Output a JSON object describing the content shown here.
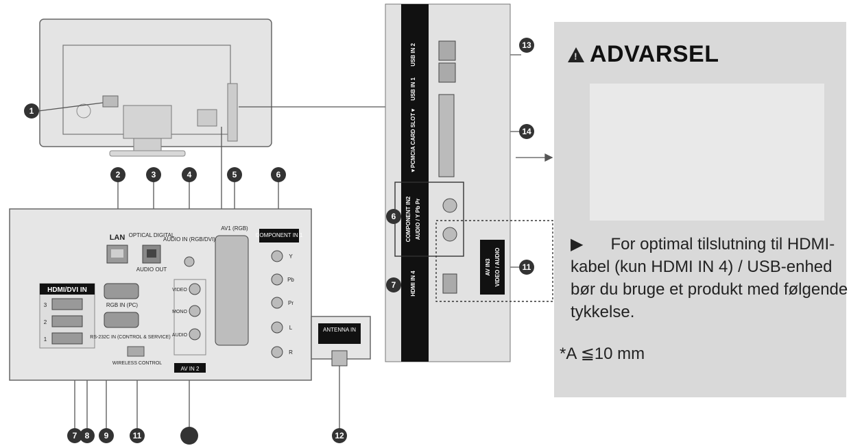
{
  "warning": {
    "title": "ADVARSEL",
    "bullet": "▶",
    "text": "For optimal tilslutning til HDMI-kabel (kun HDMI IN 4) / USB-enhed bør du bruge et produkt med følgende tykkelse.",
    "note": "*A ≦10 mm",
    "dimension_label": "A"
  },
  "panel_labels": {
    "lan": "LAN",
    "optical": "OPTICAL DIGITAL",
    "audio_out": "AUDIO OUT",
    "audio_in": "AUDIO IN (RGB/DVI)",
    "av1": "AV1 (RGB)",
    "component_in1": "COMPONENT IN 1",
    "hdmi_dvi_in": "HDMI/DVI IN",
    "hdmi_nums": [
      "3",
      "2",
      "1"
    ],
    "rgb_in": "RGB IN (PC)",
    "rs232c": "RS-232C IN (CONTROL & SERVICE)",
    "wireless": "WIRELESS CONTROL",
    "video": "VIDEO",
    "mono": "MONO",
    "audio": "AUDIO",
    "av_in2": "AV IN 2",
    "antenna": "ANTENNA IN",
    "comp_y": "Y",
    "comp_pb": "Pb",
    "comp_pr": "Pr",
    "comp_l": "L",
    "comp_r": "R"
  },
  "side_labels": {
    "usb2": "USB IN 2",
    "usb1": "USB IN 1",
    "pcmcia": "▼PCMCIA CARD SLOT▼",
    "component_in2": "COMPONENT IN2",
    "audio_y": "AUDIO / Y  Pb  Pr",
    "hdmi4": "HDMI IN 4",
    "av_in3": "AV IN3",
    "video_audio": "VIDEO / AUDIO"
  },
  "callouts": [
    "1",
    "2",
    "3",
    "4",
    "5",
    "6",
    "7",
    "8",
    "9",
    "11",
    "12",
    "13",
    "14"
  ]
}
